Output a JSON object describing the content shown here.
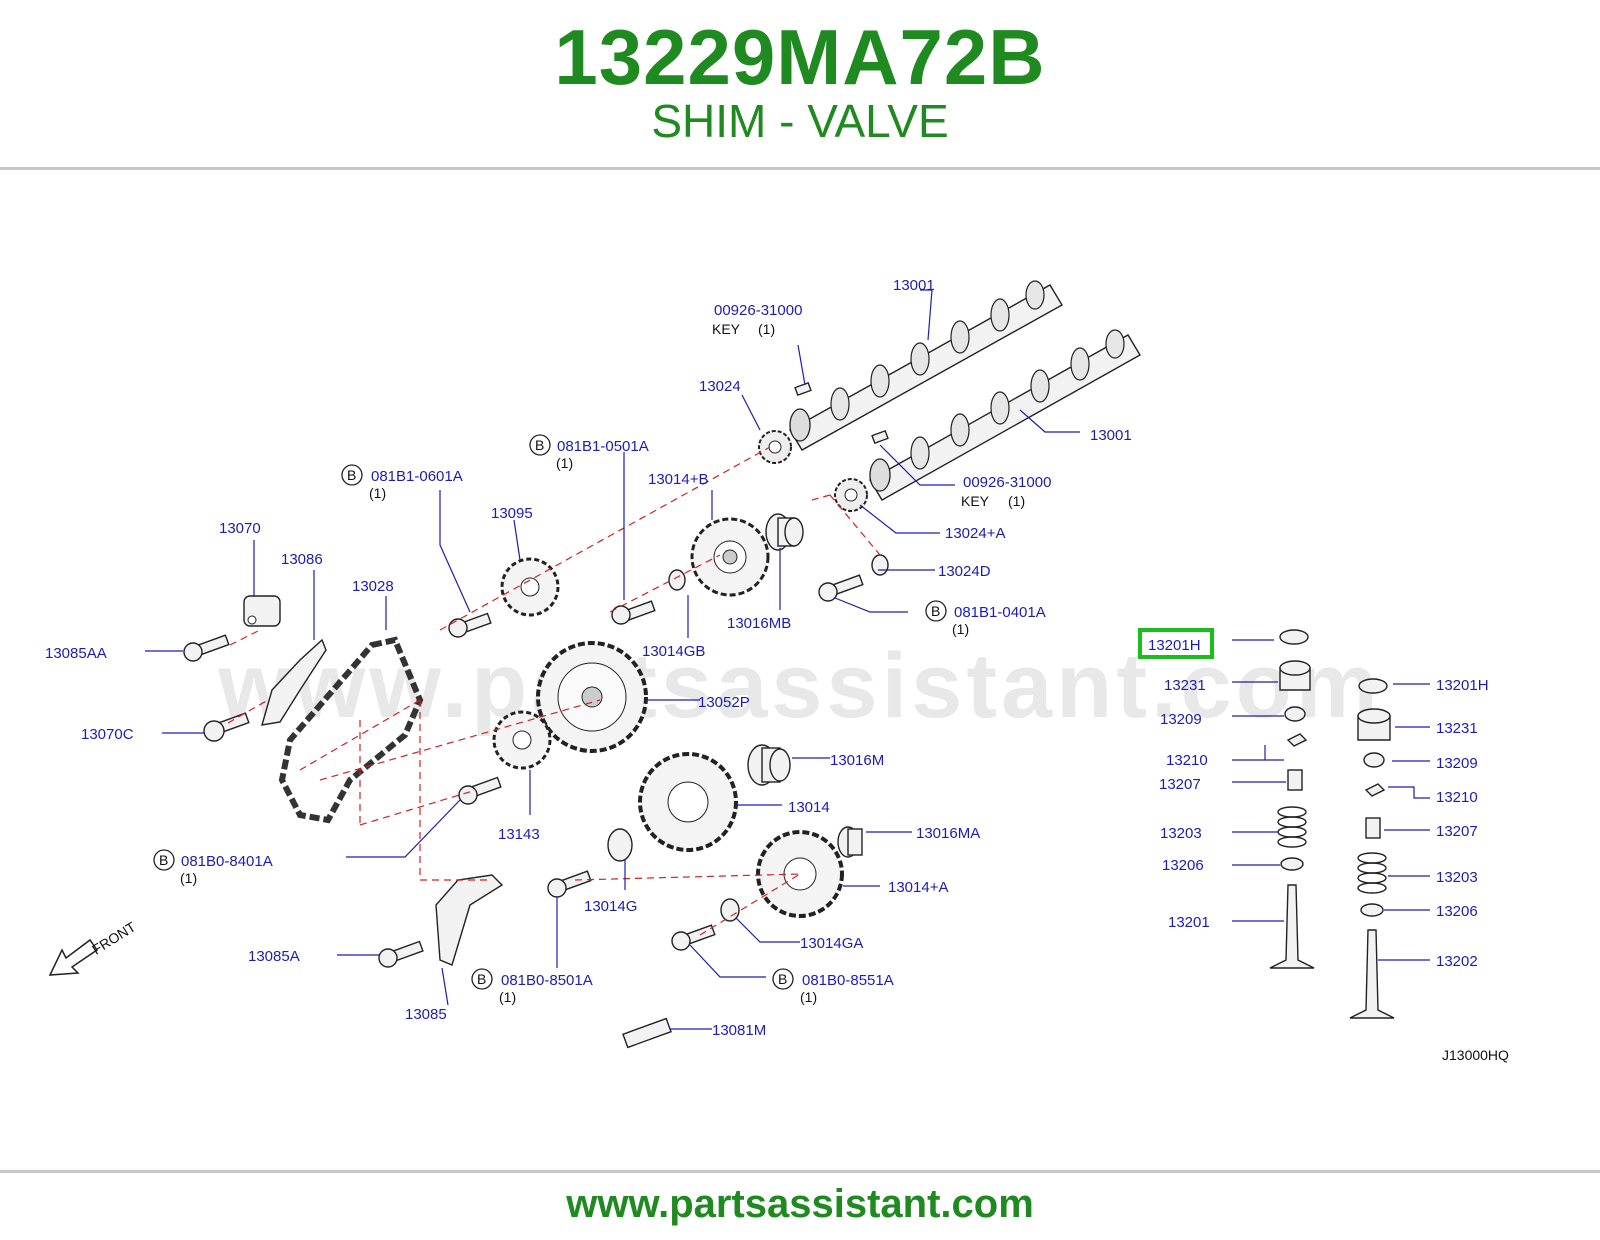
{
  "header": {
    "part_number": "13229MA72B",
    "part_name": "SHIM - VALVE"
  },
  "footer": {
    "website": "www.partsassistant.com"
  },
  "watermark": "www.partsassistant.com",
  "diagram_code": "J13000HQ",
  "front_label": "FRONT",
  "highlight_color": "#1bbf1b",
  "label_color": "#1c1cb8",
  "callouts": {
    "c13001a": "13001",
    "c00926a": "00926-31000",
    "key_a": "KEY",
    "keyqty_a": "(1)",
    "c13024": "13024",
    "c13001b": "13001",
    "c081B10501A": "081B1-0501A",
    "q0501": "(1)",
    "c00926b": "00926-31000",
    "key_b": "KEY",
    "keyqty_b": "(1)",
    "c081B10601A": "081B1-0601A",
    "q0601": "(1)",
    "c13014B": "13014+B",
    "c13024A": "13024+A",
    "c13070": "13070",
    "c13095": "13095",
    "c13086": "13086",
    "c13028": "13028",
    "c13024D": "13024D",
    "c13016MB": "13016MB",
    "c081B10401A": "081B1-0401A",
    "q0401": "(1)",
    "c13085AA": "13085AA",
    "c13014GB": "13014GB",
    "c13201H_hl": "13201H",
    "c13231a": "13231",
    "c13201Hb": "13201H",
    "c13052P": "13052P",
    "c13209a": "13209",
    "c13070C": "13070C",
    "c13231b": "13231",
    "c13210a": "13210",
    "c13016M": "13016M",
    "c13209b": "13209",
    "c13207a": "13207",
    "c13014": "13014",
    "c13210b": "13210",
    "c13143": "13143",
    "c13203a": "13203",
    "c13207b": "13207",
    "c13016MA": "13016MA",
    "c081B08401A": "081B0-8401A",
    "q8401": "(1)",
    "c13206a": "13206",
    "c13203b": "13203",
    "c13014G": "13014G",
    "c13014A": "13014+A",
    "c13201": "13201",
    "c13206b": "13206",
    "c13014GA": "13014GA",
    "c13085A": "13085A",
    "c13202": "13202",
    "c081B08501A": "081B0-8501A",
    "q8501": "(1)",
    "c081B08551A": "081B0-8551A",
    "q8551": "(1)",
    "c13085": "13085",
    "c13081M": "13081M",
    "bolt_badge": "B"
  }
}
